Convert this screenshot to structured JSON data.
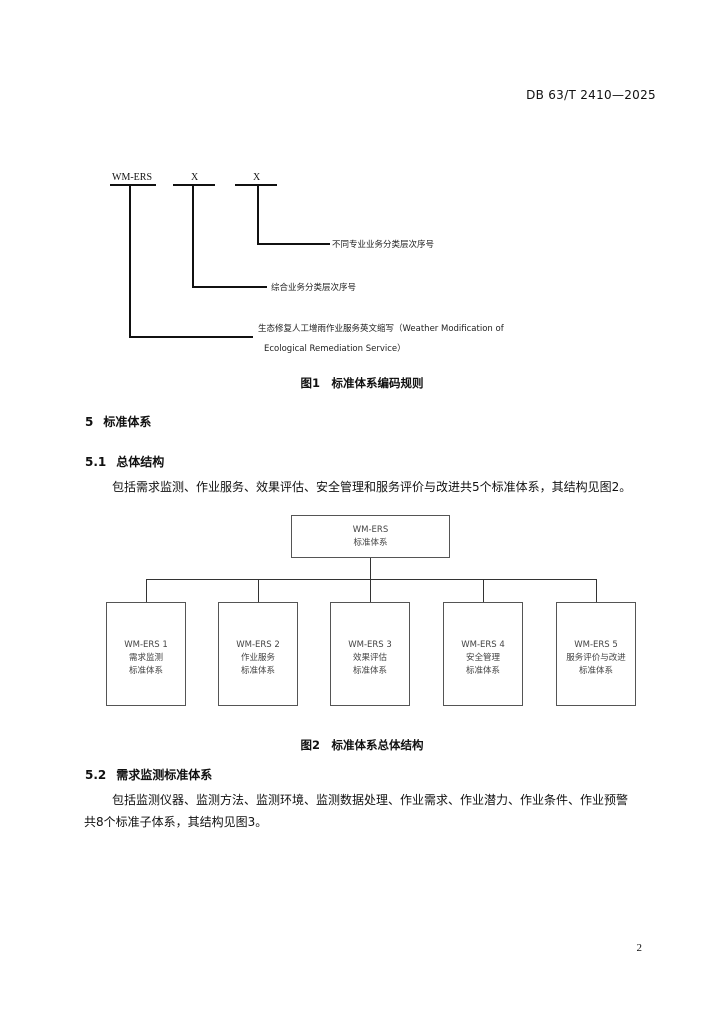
{
  "header": {
    "doc_code": "DB 63/T 2410—2025"
  },
  "figure1": {
    "code_parts": [
      "WM-ERS",
      "X",
      "X"
    ],
    "annotations": [
      "不同专业业务分类层次序号",
      "综合业务分类层次序号",
      "生态修复人工增雨作业服务英文缩写（Weather Modification of",
      "Ecological Remediation Service）"
    ],
    "caption": "图1　标准体系编码规则"
  },
  "section5": {
    "num": "5",
    "title": "标准体系"
  },
  "section5_1": {
    "num": "5.1",
    "title": "总体结构",
    "body": "包括需求监测、作业服务、效果评估、安全管理和服务评价与改进共5个标准体系，其结构见图2。"
  },
  "figure2": {
    "root": {
      "line1": "WM-ERS",
      "line2": "标准体系"
    },
    "children": [
      {
        "code": "WM-ERS 1",
        "line2": "需求监测",
        "line3": "标准体系"
      },
      {
        "code": "WM-ERS 2",
        "line2": "作业服务",
        "line3": "标准体系"
      },
      {
        "code": "WM-ERS 3",
        "line2": "效果评估",
        "line3": "标准体系"
      },
      {
        "code": "WM-ERS 4",
        "line2": "安全管理",
        "line3": "标准体系"
      },
      {
        "code": "WM-ERS 5",
        "line2": "服务评价与改进",
        "line3": "标准体系"
      }
    ],
    "caption": "图2　标准体系总体结构"
  },
  "section5_2": {
    "num": "5.2",
    "title": "需求监测标准体系",
    "body_line1": "包括监测仪器、监测方法、监测环境、监测数据处理、作业需求、作业潜力、作业条件、作业预警",
    "body_line2": "共8个标准子体系，其结构见图3。"
  },
  "footer": {
    "page_number": "2"
  }
}
